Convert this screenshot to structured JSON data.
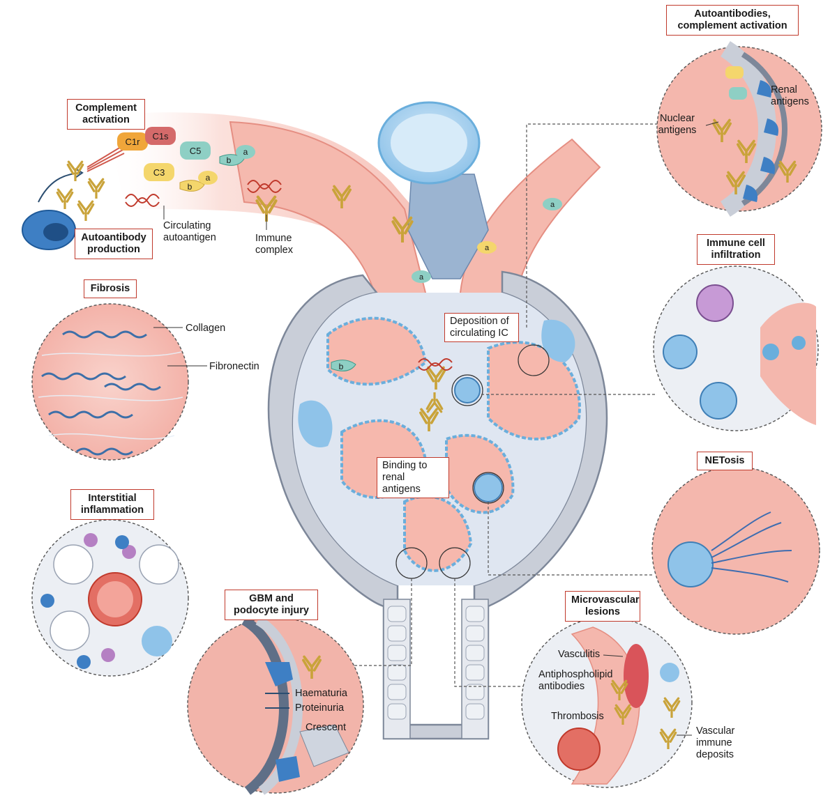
{
  "labels": {
    "complement_activation": "Complement activation",
    "autoantibody_production": "Autoantibody production",
    "circulating_autoantigen": "Circulating autoantigen",
    "immune_complex": "Immune complex",
    "fibrosis": "Fibrosis",
    "collagen": "Collagen",
    "fibronectin": "Fibronectin",
    "interstitial_inflammation": "Interstitial inflammation",
    "gbm_podocyte": "GBM and podocyte injury",
    "haematuria": "Haematuria",
    "proteinuria": "Proteinuria",
    "crescent": "Crescent",
    "deposition": "Deposition of circulating IC",
    "binding": "Binding to renal antigens",
    "autoantibodies_complement": "Autoantibodies, complement activation",
    "nuclear_antigens": "Nuclear antigens",
    "renal_antigens": "Renal antigens",
    "immune_cell_infiltration": "Immune cell infiltration",
    "netosis": "NETosis",
    "microvascular_lesions": "Microvascular lesions",
    "vasculitis": "Vasculitis",
    "antiphospholipid": "Antiphospholipid antibodies",
    "thrombosis": "Thrombosis",
    "vascular_deposits": "Vascular immune deposits"
  },
  "complement_tags": {
    "c1r": "C1r",
    "c1s": "C1s",
    "c5": "C5",
    "c3": "C3",
    "b": "b",
    "a": "a"
  },
  "colors": {
    "accent_red": "#c0392b",
    "tissue_pink": "#f4b7ad",
    "glom_blue": "#6aaedc",
    "capsule_grey": "#c9ced8",
    "antibody_gold": "#c9a33a"
  }
}
